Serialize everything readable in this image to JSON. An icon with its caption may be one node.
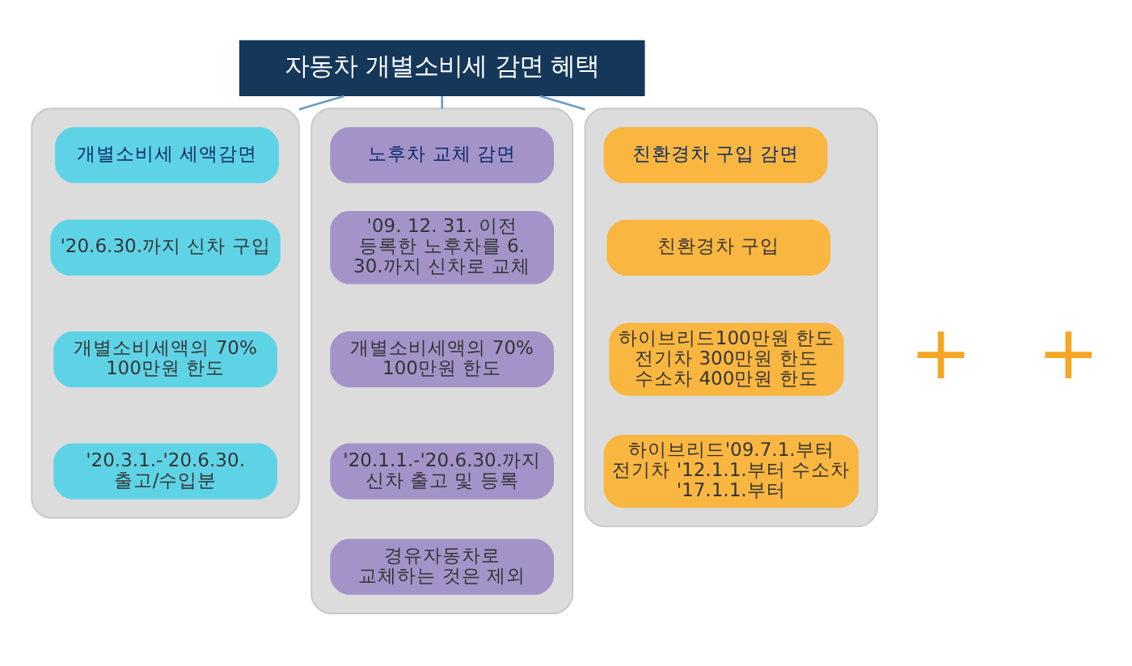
{
  "diagram": {
    "nodes": [
      {
        "text": [
          "자동차 개별소비세 감면 혜택"
        ]
      },
      {
        "text": [],
        "shape": "box"
      },
      {
        "text": [
          "개별소비세 세액감면"
        ],
        "in": 1
      },
      {
        "text": [
          "'20.6.30.까지 신차 구입"
        ],
        "in": 1
      },
      {
        "text": [
          "개별소비세액의 70% 100만원 한도"
        ],
        "in": 1
      },
      {
        "text": [
          "'20.3.1.-'20.6.30. 출고/수입분"
        ],
        "in": 1
      },
      {
        "text": [],
        "shape": "box"
      },
      {
        "text": [
          "노후차 교체 감면"
        ],
        "in": 6
      },
      {
        "text": [
          "'09. 12. 31. 이전 등록한 노후차를 6. 30.까지 신차로 교체"
        ],
        "in": 6
      },
      {
        "text": [
          "개별소비세액의 70% 100만원 한도"
        ],
        "in": 6
      },
      {
        "text": [
          "'20.1.1.-'20.6.30.까지 신차 출고 및 등록"
        ],
        "in": 6
      },
      {
        "text": [
          "경유자동차로 교체하는 것은 제외"
        ],
        "in": 6
      },
      {
        "text": [],
        "shape": "box"
      },
      {
        "text": [
          "친환경차 구입 감면"
        ],
        "in": 12
      },
      {
        "text": [
          "친환경차 구입"
        ],
        "in": 12
      },
      {
        "text": [
          "하이브리드100만원 한도 전기차 300만원 한도 수소차 400만원 한도"
        ],
        "in": 12
      },
      {
        "text": [
          "하이브리드'09.7.1.부터 전기차 '12.1.1.부터 수소차 '17.1.1.부터"
        ],
        "in": 12
      }
    ],
    "edges": [
      {
        "from": 0,
        "to": 1,
        "arrow": "none"
      },
      {
        "from": 0,
        "to": 6,
        "arrow": "none"
      },
      {
        "from": 0,
        "to": 12,
        "arrow": "none"
      }
    ],
    "labels": [
      "+",
      "+"
    ]
  }
}
